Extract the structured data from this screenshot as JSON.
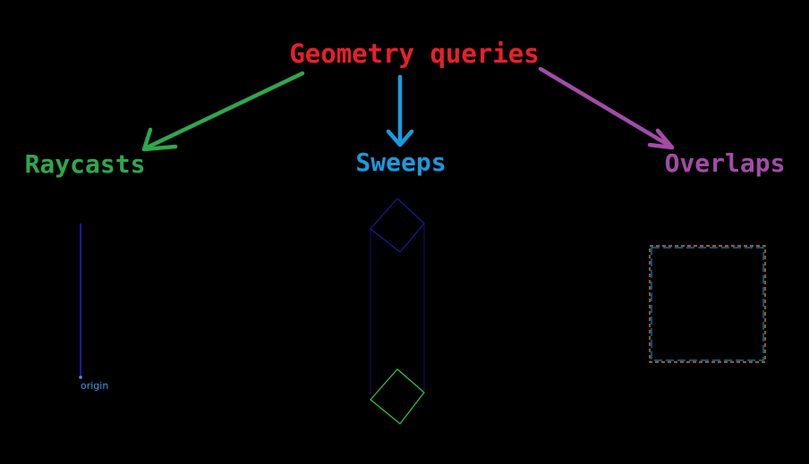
{
  "title": {
    "text": "Geometry queries",
    "color": "#e8202a"
  },
  "branches": [
    {
      "key": "raycasts",
      "label": "Raycasts",
      "color": "#2ea84e"
    },
    {
      "key": "sweeps",
      "label": "Sweeps",
      "color": "#1a9ae0"
    },
    {
      "key": "overlaps",
      "label": "Overlaps",
      "color": "#a24ca8"
    }
  ],
  "raycast": {
    "ray_color": "#1a1a9a",
    "origin_color": "#3a9ae0",
    "origin_label": "origin"
  },
  "sweep": {
    "start_box_color": "#1a1a9a",
    "end_box_color": "#2ec84e",
    "trail_color": "#151570"
  },
  "overlap": {
    "outer_color": "#e8a020",
    "inner_color": "#2080c8"
  }
}
